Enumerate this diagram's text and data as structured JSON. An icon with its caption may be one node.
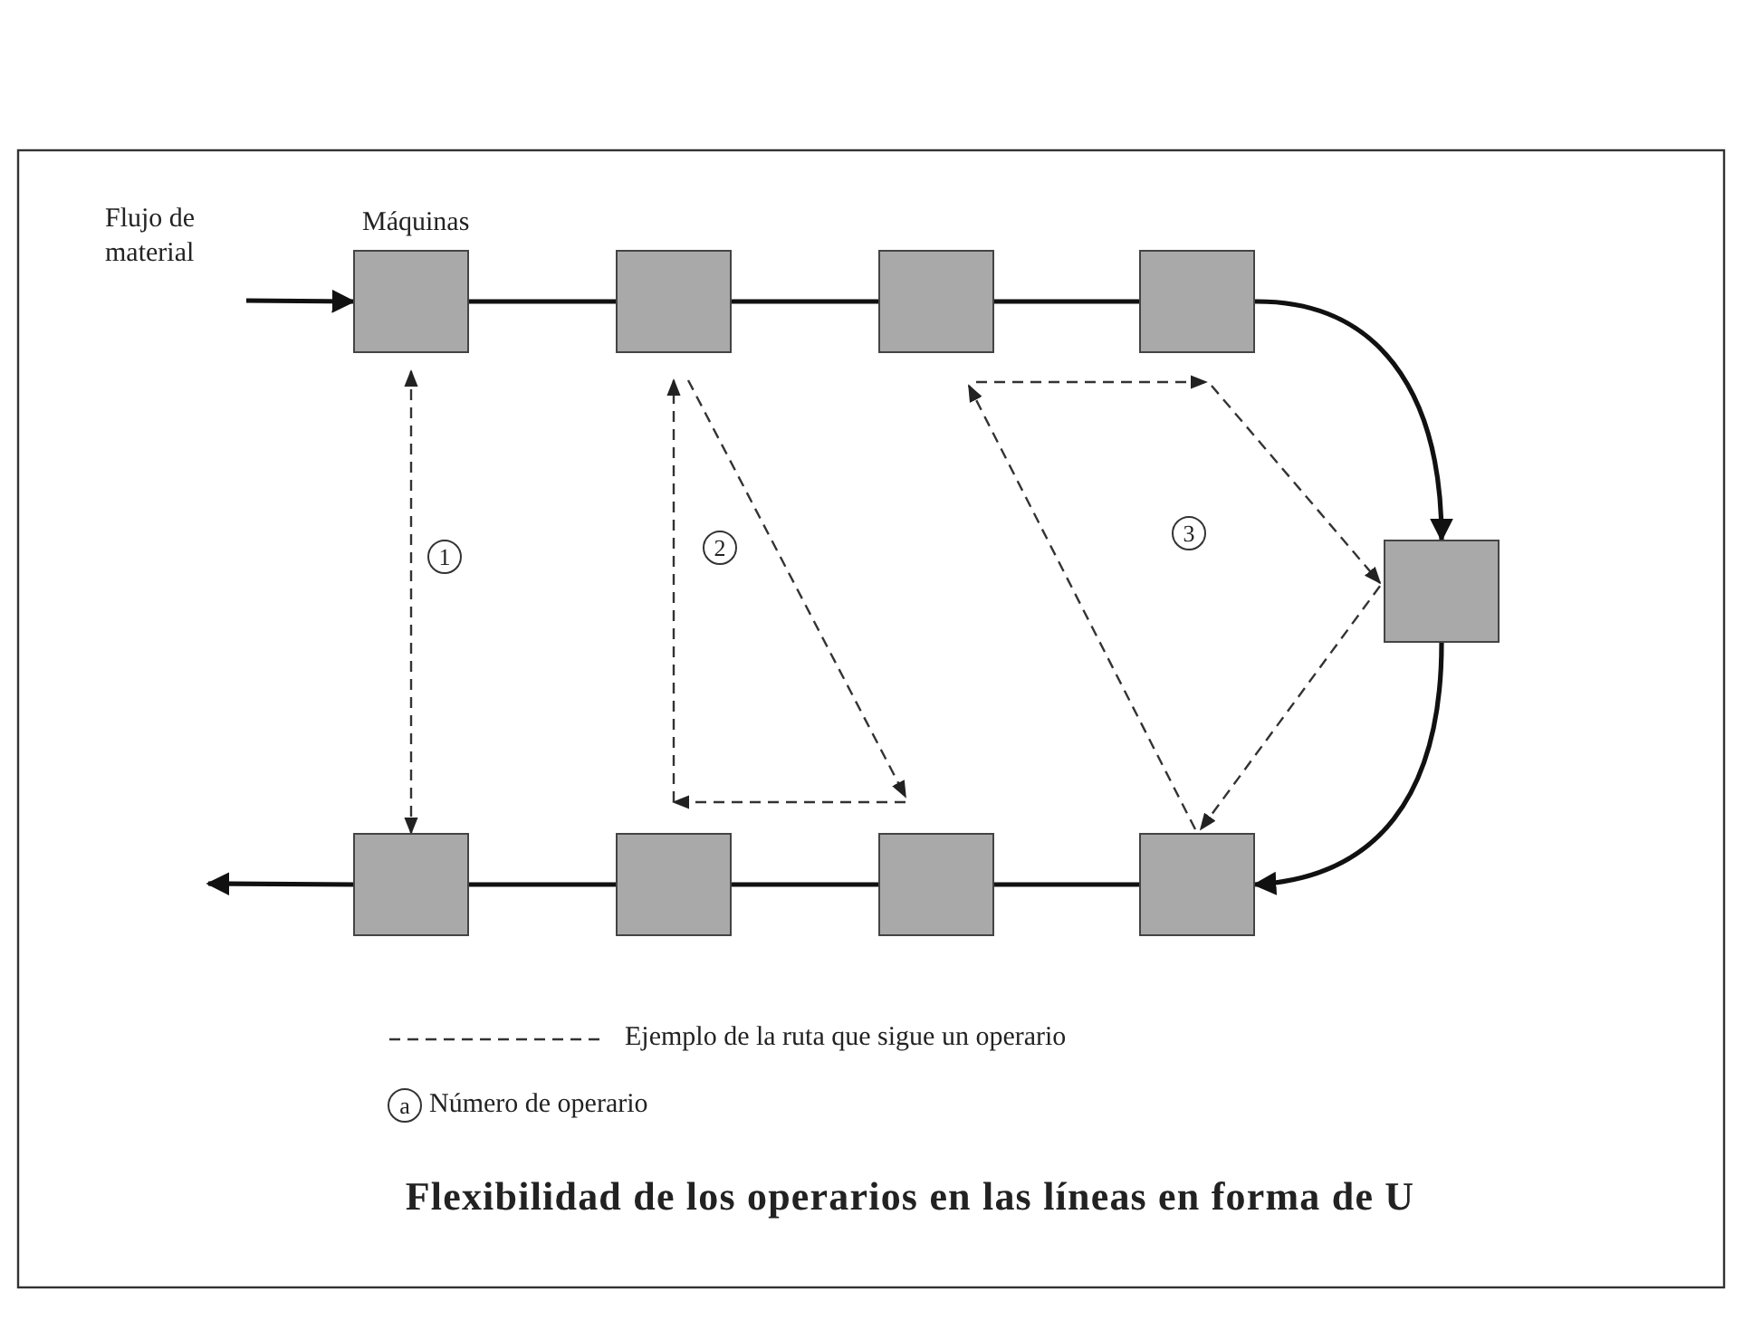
{
  "diagram": {
    "caption": "Flexibilidad de los operarios en las líneas en forma de U",
    "nodes": [
      {
        "text": [
          "Flujo de material"
        ]
      },
      {
        "text": [],
        "shape": "box"
      },
      {
        "text": [],
        "shape": "box"
      },
      {
        "text": [],
        "shape": "box"
      },
      {
        "text": [],
        "shape": "box"
      },
      {
        "text": [],
        "shape": "box"
      },
      {
        "text": [],
        "shape": "box"
      },
      {
        "text": [],
        "shape": "box"
      },
      {
        "text": [],
        "shape": "box"
      },
      {
        "text": [],
        "shape": "box"
      }
    ],
    "edges": [
      {
        "from": 0,
        "to": 1,
        "arrow": "to"
      },
      {
        "from": 1,
        "to": 2,
        "arrow": "none"
      },
      {
        "from": 2,
        "to": 3,
        "arrow": "none"
      },
      {
        "from": 3,
        "to": 4,
        "arrow": "none"
      },
      {
        "from": 4,
        "to": 5,
        "arrow": "to"
      },
      {
        "from": 5,
        "to": 9,
        "arrow": "to"
      },
      {
        "from": 9,
        "to": 8,
        "arrow": "none"
      },
      {
        "from": 8,
        "to": 7,
        "arrow": "none"
      },
      {
        "from": 7,
        "to": 6,
        "arrow": "none"
      },
      {
        "from": 6,
        "to": null,
        "arrow": "to"
      },
      {
        "from": 1,
        "to": 6,
        "arrow": "both",
        "style": "dashed"
      },
      {
        "from": 2,
        "to": 8,
        "arrow": "to",
        "style": "dashed"
      },
      {
        "from": 8,
        "to": 7,
        "arrow": "to",
        "style": "dashed"
      },
      {
        "from": 7,
        "to": 2,
        "arrow": "to",
        "style": "dashed"
      },
      {
        "from": 9,
        "to": 3,
        "arrow": "to",
        "style": "dashed"
      },
      {
        "from": 3,
        "to": 4,
        "arrow": "to",
        "style": "dashed"
      },
      {
        "from": 4,
        "to": 5,
        "arrow": "to",
        "style": "dashed"
      },
      {
        "from": 5,
        "to": 9,
        "arrow": "to",
        "style": "dashed"
      }
    ],
    "labels": [
      "Máquinas",
      "1",
      "2",
      "3",
      "a"
    ],
    "legend": [
      {
        "text": "Ejemplo de la ruta que sigue un operario"
      },
      {
        "text": "Número de operario"
      }
    ]
  }
}
